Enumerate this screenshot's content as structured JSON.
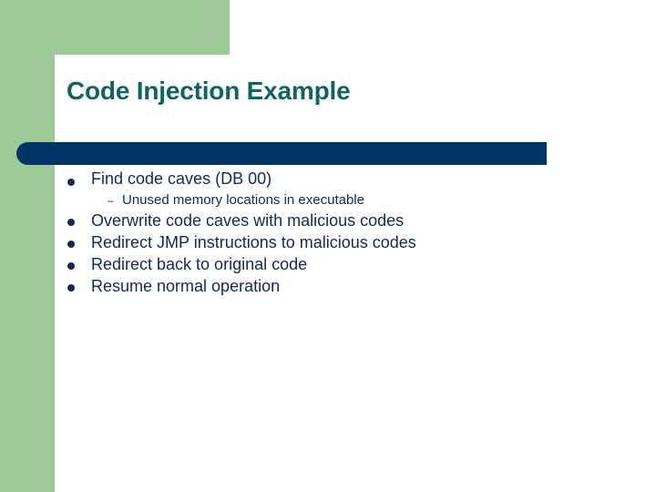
{
  "slide": {
    "title": "Code Injection Example",
    "bullets": [
      {
        "text": "Find code caves (DB 00)",
        "sub": [
          "Unused memory locations in executable"
        ]
      },
      {
        "text": "Overwrite code caves with malicious codes"
      },
      {
        "text": "Redirect JMP instructions to malicious codes"
      },
      {
        "text": "Redirect back to original code"
      },
      {
        "text": "Resume normal operation"
      }
    ],
    "sub_marker": "–",
    "colors": {
      "green": "#9ccb98",
      "bar": "#003466",
      "title": "#0e6461",
      "text": "#14285a"
    }
  }
}
